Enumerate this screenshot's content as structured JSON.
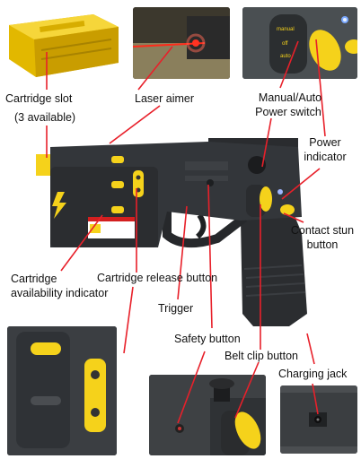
{
  "labels": {
    "cartridge_slot": "Cartridge slot",
    "cartridge_slot_note": "(3 available)",
    "laser_aimer": "Laser aimer",
    "manual_auto_line1": "Manual/Auto",
    "manual_auto_line2": "Power  switch",
    "power_indicator_line1": "Power",
    "power_indicator_line2": "indicator",
    "contact_stun_line1": "Contact stun",
    "contact_stun_line2": "button",
    "cartridge_avail_line1": "Cartridge",
    "cartridge_avail_line2": "availability indicator",
    "cartridge_release": "Cartridge release button",
    "trigger": "Trigger",
    "safety_button": "Safety button",
    "belt_clip_button": "Belt clip button",
    "charging_jack": "Charging jack"
  },
  "switch_text": {
    "line1": "manual",
    "line2": "off",
    "line3": "auto"
  },
  "colors": {
    "accent_yellow": "#f5d21b",
    "device_body": "#2e3033",
    "leader_line": "#e8202a"
  }
}
